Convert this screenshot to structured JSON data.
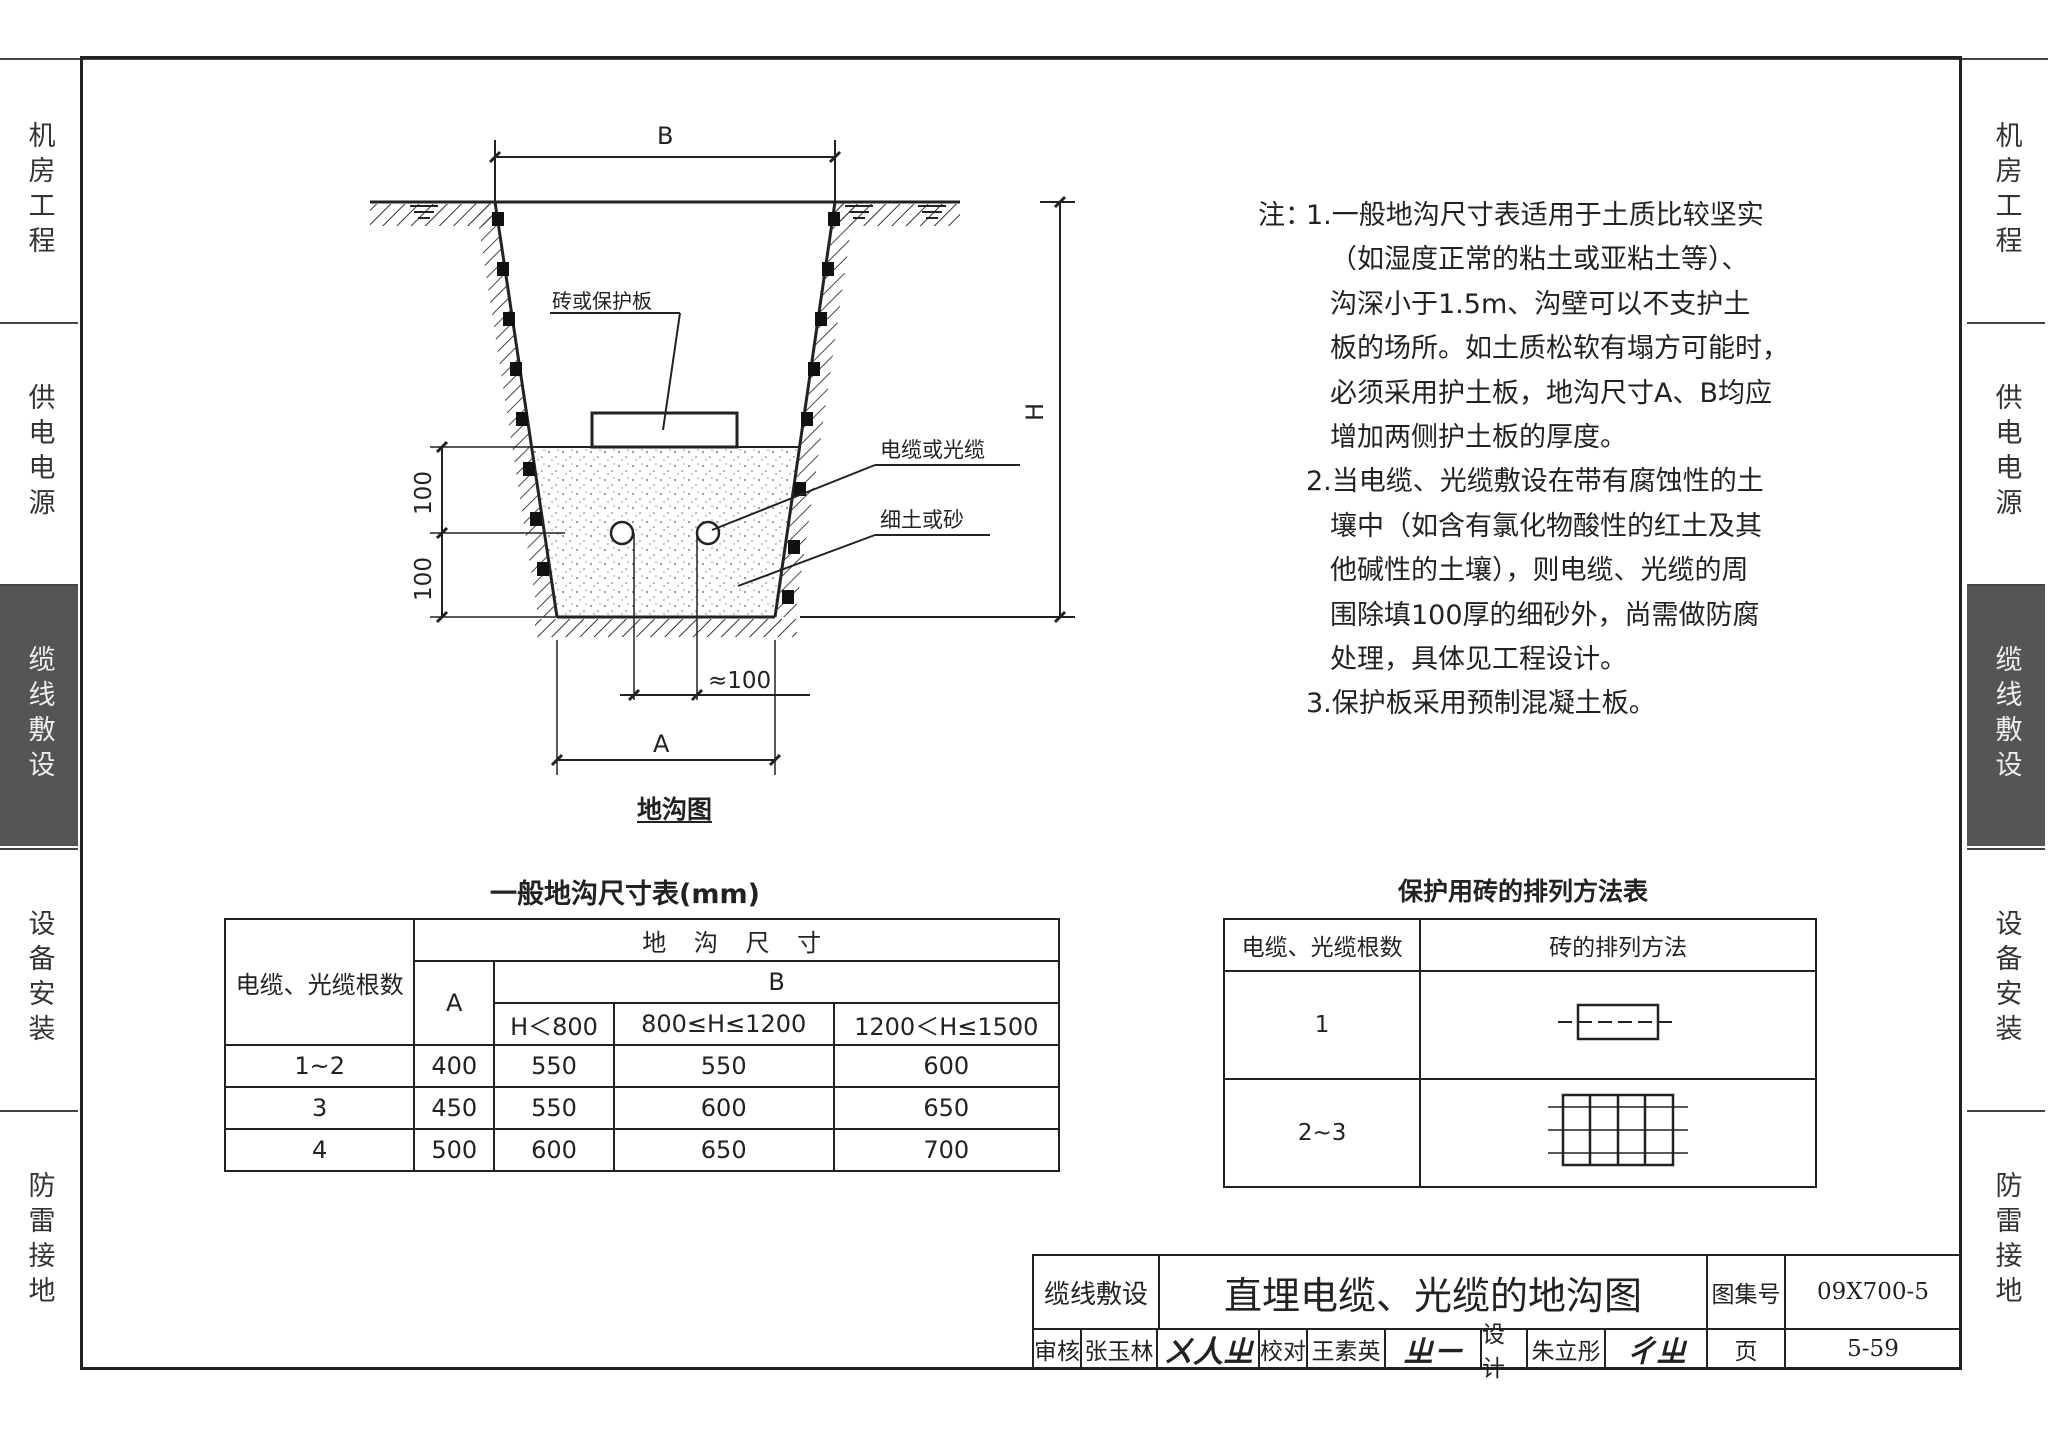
{
  "side_tabs_left": [
    {
      "label": "机房工程",
      "active": false
    },
    {
      "label": "供电电源",
      "active": false
    },
    {
      "label": "缆线敷设",
      "active": true
    },
    {
      "label": "设备安装",
      "active": false
    },
    {
      "label": "防雷接地",
      "active": false
    }
  ],
  "side_tabs_right": [
    {
      "label": "机房工程",
      "active": false
    },
    {
      "label": "供电电源",
      "active": false
    },
    {
      "label": "缆线敷设",
      "active": true
    },
    {
      "label": "设备安装",
      "active": false
    },
    {
      "label": "防雷接地",
      "active": false
    }
  ],
  "drawing": {
    "label_B": "B",
    "label_A": "A",
    "label_H": "H",
    "label_100_top": "100",
    "label_100_bottom": "100",
    "label_spacing": "≈100",
    "callout_brick": "砖或保护板",
    "callout_cable": "电缆或光缆",
    "callout_soil": "细土或砂",
    "caption": "地沟图"
  },
  "notes": {
    "prefix": "注：",
    "lines": [
      "1.一般地沟尺寸表适用于土质比较坚实",
      "（如湿度正常的粘土或亚粘土等）、",
      "沟深小于1.5m、沟壁可以不支护土",
      "板的场所。如土质松软有塌方可能时，",
      "必须采用护土板，地沟尺寸A、B均应",
      "增加两侧护土板的厚度。",
      "2.当电缆、光缆敷设在带有腐蚀性的土",
      "壤中（如含有氯化物酸性的红土及其",
      "他碱性的土壤），则电缆、光缆的周",
      "围除填100厚的细砂外，尚需做防腐",
      "处理，具体见工程设计。",
      "3.保护板采用预制混凝土板。"
    ]
  },
  "dim_table": {
    "title": "一般地沟尺寸表(mm)",
    "header_count": "电缆、光缆根数",
    "header_dim": "地 沟 尺 寸",
    "header_A": "A",
    "header_B": "B",
    "sub_headers": [
      "H＜800",
      "800≤H≤1200",
      "1200＜H≤1500"
    ],
    "rows": [
      [
        "1~2",
        "400",
        "550",
        "550",
        "600"
      ],
      [
        "3",
        "450",
        "550",
        "600",
        "650"
      ],
      [
        "4",
        "500",
        "600",
        "650",
        "700"
      ]
    ]
  },
  "brick_table": {
    "title": "保护用砖的排列方法表",
    "header_count": "电缆、光缆根数",
    "header_method": "砖的排列方法",
    "rows": [
      {
        "count": "1"
      },
      {
        "count": "2~3"
      }
    ]
  },
  "title_block": {
    "category": "缆线敷设",
    "main_title": "直埋电缆、光缆的地沟图",
    "atlas_label": "图集号",
    "atlas_no": "09X700-5",
    "review_label": "审核",
    "reviewer": "张玉林",
    "check_label": "校对",
    "checker": "王素英",
    "design_label": "设计",
    "designer": "朱立彤",
    "page_label": "页",
    "page_no": "5-59"
  }
}
